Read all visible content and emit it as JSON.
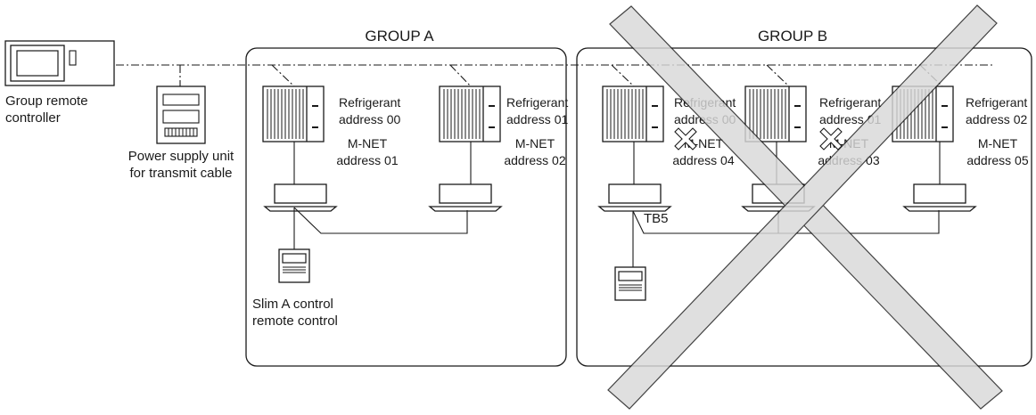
{
  "colors": {
    "line": "#1a1a1a",
    "cross_fill": "#d9d9d9",
    "cross_stroke": "#1a1a1a"
  },
  "group_a": {
    "title": "GROUP A",
    "unit_1": {
      "line1": "Refrigerant",
      "line2": "address 00",
      "line3": "M-NET",
      "line4": "address 01"
    },
    "unit_2": {
      "line1": "Refrigerant",
      "line2": "address 01",
      "line3": "M-NET",
      "line4": "address 02"
    },
    "remote": {
      "line1": "Slim A control",
      "line2": "remote control"
    }
  },
  "group_b": {
    "title": "GROUP B",
    "unit_1": {
      "line1": "Refrigerant",
      "line2": "address 00",
      "line3": "M-NET",
      "line4": "address 04"
    },
    "unit_2": {
      "line1": "Refrigerant",
      "line2": "address 01",
      "line3": "M-NET",
      "line4": "address 03"
    },
    "unit_3": {
      "line1": "Refrigerant",
      "line2": "address 02",
      "line3": "M-NET",
      "line4": "address 05"
    },
    "terminal_label": "TB5"
  },
  "group_remote": {
    "line1": "Group remote",
    "line2": "controller"
  },
  "power_supply": {
    "line1": "Power supply unit",
    "line2": "for transmit cable"
  },
  "icons": [
    "group-remote-controller-icon",
    "power-supply-unit-icon",
    "outdoor-unit-icon",
    "indoor-cassette-unit-icon",
    "wired-remote-control-icon",
    "not-allowed-cross-icon"
  ]
}
